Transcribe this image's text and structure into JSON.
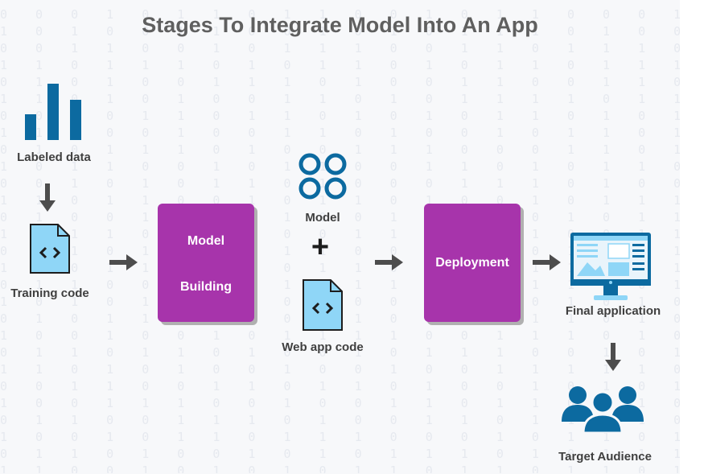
{
  "title": "Stages To Integrate Model Into An App",
  "binary_rows": [
    "0 0 0 1 0 1 1 0 1 1 0 0 1 0 1 1 0 0 0 1 0 1 0 0 0 1 0",
    "1 0 1 0 0 1 1 0 0 1 0 1 0 1 1 1 0 1 0 0 1 1 0 1 0 1 1",
    "0 0 1 1 0 0 1 0 1 1 1 0 0 1 1 0 1 1 1 0 0 1 1 0 0 1 0",
    "1 1 0 1 1 1 0 1 0 1 1 0 1 0 1 1 0 1 1 1 0 0 1 0 1 1 0",
    "0 1 0 1 0 0 1 1 1 0 1 0 0 1 1 0 0 1 1 0 0 1 0 1 1 1 0",
    "1 1 0 1 0 1 0 0 1 1 0 1 0 1 1 1 1 0 1 1 1 0 0 1 0 0 1",
    "0 0 1 0 1 1 0 1 1 0 1 0 1 0 1 1 0 1 0 1 0 1 1 0 1 1 1",
    "1 1 1 0 0 1 0 0 1 1 0 1 0 0 1 0 1 1 0 1 1 1 0 0 1 1 0",
    "0 1 0 1 1 1 0 1 0 0 1 1 1 0 0 0 1 1 0 1 0 1 0 1 1 0 1",
    "1 0 1 1 0 0 1 0 1 1 0 0 1 1 0 1 0 1 1 0 0 1 0 1 1 1 0",
    "0 0 1 0 1 0 1 1 0 1 0 0 0 1 1 1 0 1 0 0 1 1 0 1 0 1 0",
    "1 1 0 1 1 0 0 1 0 1 1 0 1 0 0 1 0 1 1 1 0 0 1 0 1 1 1",
    "0 1 0 0 1 1 1 0 1 0 0 1 0 0 1 0 1 0 1 1 0 1 1 0 0 0 1",
    "1 0 1 1 0 1 0 1 0 0 1 1 0 1 1 1 0 0 1 1 0 1 0 1 1 1 0",
    "0 1 1 0 1 0 0 1 1 1 0 0 1 0 1 0 1 1 0 1 1 0 0 1 0 1 1",
    "1 0 0 1 1 0 1 1 0 1 1 0 0 1 0 1 1 0 0 1 0 1 1 0 1 1 0",
    "0 1 1 0 0 1 0 0 1 0 1 1 1 1 0 1 1 1 0 1 0 0 1 0 0 0 1",
    "1 0 1 0 1 1 0 1 0 1 0 0 1 1 0 0 1 0 1 0 0 1 0 1 1 1 0",
    "0 1 0 1 1 0 1 1 0 0 1 0 1 0 0 1 1 0 1 0 0 1 0 1 1 1 1",
    "1 0 0 1 0 0 1 0 1 1 1 1 0 0 1 1 1 0 1 0 1 0 1 0 0 1 1",
    "0 1 1 0 1 1 0 1 0 0 1 0 1 1 1 0 0 1 0 1 1 0 0 1 0 1 0",
    "1 1 0 1 0 1 0 0 1 0 0 1 0 0 1 1 1 1 1 0 1 0 0 0 1 0 1",
    "0 0 1 1 0 0 1 1 0 1 1 0 1 0 0 1 0 1 0 1 1 1 0 0 1 0 0",
    "1 0 0 1 1 1 0 0 1 0 0 1 1 0 1 1 0 0 1 0 1 1 1 0 1 0 0",
    "0 1 1 0 0 1 1 1 0 1 0 0 1 1 0 1 1 1 1 0 0 1 0 1 1 1 1",
    "1 0 0 1 0 1 1 0 1 1 1 0 0 0 1 0 1 1 0 1 1 0 1 0 0 1 1",
    "0 1 1 0 1 0 0 1 0 1 0 1 1 1 0 1 0 1 1 1 0 1 1 0 0 1 1",
    "1 1 0 0 1 0 1 0 1 0 1 1 0 1 1 0 1 1 0 1 0 0 1 1 0 1 0"
  ],
  "nodes": {
    "labeled_data": "Labeled data",
    "training_code": "Training code",
    "model_building": [
      "Model",
      "Building"
    ],
    "model": "Model",
    "plus": "+",
    "web_app_code": "Web app code",
    "deployment": "Deployment",
    "final_application": "Final application",
    "target_audience": "Target Audience"
  },
  "colors": {
    "stage_box": "#a734ab",
    "icon_blue": "#0c6aa0",
    "arrow": "#4d4d4d",
    "doc_fill": "#8fd6f7",
    "title": "#5f5f5f"
  },
  "icons": {
    "labeled_data": "bar-chart-icon",
    "training_code": "code-file-icon",
    "model": "model-circles-icon",
    "web_app_code": "code-file-icon",
    "final_application": "desktop-monitor-icon",
    "target_audience": "user-group-icon"
  }
}
